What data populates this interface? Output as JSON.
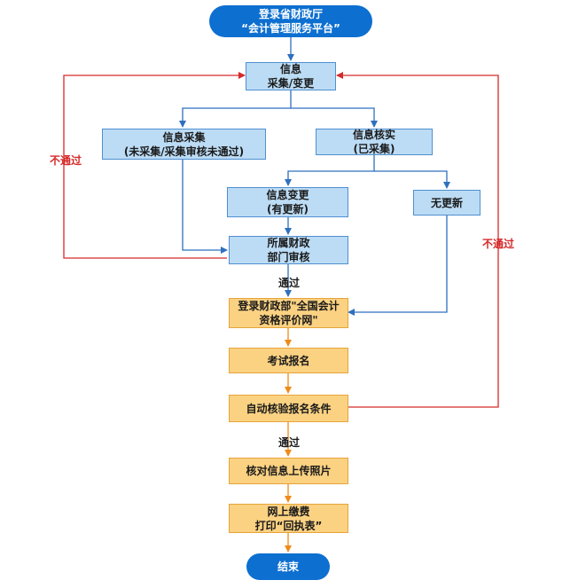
{
  "colors": {
    "start_end_fill": "#0d6fd0",
    "blue_box_fill": "#bcdcf5",
    "blue_box_border": "#4f8fd0",
    "orange_box_fill": "#fbd282",
    "orange_box_border": "#e6a43a",
    "blue_arrow": "#2f6fbf",
    "orange_arrow": "#ef8a1a",
    "red_arrow": "#d52a2a"
  },
  "nodes": {
    "start": {
      "line1": "登录省财政厅",
      "line2": "“会计管理服务平台”"
    },
    "collect_change": {
      "line1": "信息",
      "line2": "采集/变更"
    },
    "info_collect": {
      "line1": "信息采集",
      "line2": "(未采集/采集审核未通过)"
    },
    "info_verify": {
      "line1": "信息核实",
      "line2": "(已采集)"
    },
    "info_change": {
      "line1": "信息变更",
      "line2": "(有更新)"
    },
    "no_update": {
      "line1": "无更新"
    },
    "dept_review": {
      "line1": "所属财政",
      "line2": "部门审核"
    },
    "login_mof": {
      "line1": "登录财政部\"全国会计",
      "line2": "资格评价网\""
    },
    "exam_register": {
      "line1": "考试报名"
    },
    "auto_verify": {
      "line1": "自动核验报名条件"
    },
    "verify_upload": {
      "line1": "核对信息上传照片"
    },
    "pay_print": {
      "line1": "网上缴费",
      "line2": "打印“回执表”"
    },
    "end": {
      "line1": "结束"
    }
  },
  "edge_labels": {
    "fail_left": "不通过",
    "fail_right": "不通过",
    "pass_review": "通过",
    "pass_auto": "通过"
  }
}
